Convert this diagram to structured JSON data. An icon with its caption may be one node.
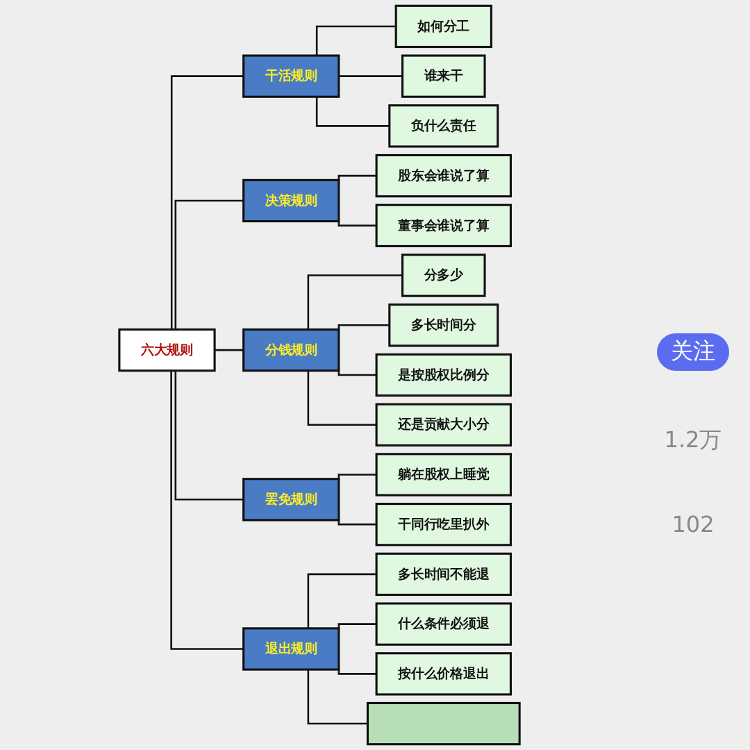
{
  "diagram": {
    "nodes": [
      {
        "text": [
          "六大规则"
        ]
      },
      {
        "text": [
          "干活规则"
        ]
      },
      {
        "text": [
          "如何分工"
        ]
      },
      {
        "text": [
          "谁来干"
        ]
      },
      {
        "text": [
          "负什么责任"
        ]
      },
      {
        "text": [
          "决策规则"
        ]
      },
      {
        "text": [
          "股东会谁说了算"
        ]
      },
      {
        "text": [
          "董事会谁说了算"
        ]
      },
      {
        "text": [
          "分钱规则"
        ]
      },
      {
        "text": [
          "分多少"
        ]
      },
      {
        "text": [
          "多长时间分"
        ]
      },
      {
        "text": [
          "是按股权比例分"
        ]
      },
      {
        "text": [
          "还是贡献大小分"
        ]
      },
      {
        "text": [
          "罢免规则"
        ]
      },
      {
        "text": [
          "躺在股权上睡觉"
        ]
      },
      {
        "text": [
          "干同行吃里扒外"
        ]
      },
      {
        "text": [
          "退出规则"
        ]
      },
      {
        "text": [
          "多长时间不能退"
        ]
      },
      {
        "text": [
          "什么条件必须退"
        ]
      },
      {
        "text": [
          "按什么价格退出"
        ]
      },
      {
        "text": [],
        "shape": "box"
      }
    ],
    "edges": [
      {
        "from": 0,
        "to": 1,
        "arrow": "none"
      },
      {
        "from": 1,
        "to": 2,
        "arrow": "none"
      },
      {
        "from": 1,
        "to": 3,
        "arrow": "none"
      },
      {
        "from": 1,
        "to": 4,
        "arrow": "none"
      },
      {
        "from": 0,
        "to": 5,
        "arrow": "none"
      },
      {
        "from": 5,
        "to": 6,
        "arrow": "none"
      },
      {
        "from": 5,
        "to": 7,
        "arrow": "none"
      },
      {
        "from": 0,
        "to": 8,
        "arrow": "none"
      },
      {
        "from": 8,
        "to": 9,
        "arrow": "none"
      },
      {
        "from": 8,
        "to": 10,
        "arrow": "none"
      },
      {
        "from": 8,
        "to": 11,
        "arrow": "none"
      },
      {
        "from": 8,
        "to": 12,
        "arrow": "none"
      },
      {
        "from": 0,
        "to": 13,
        "arrow": "none"
      },
      {
        "from": 13,
        "to": 14,
        "arrow": "none"
      },
      {
        "from": 13,
        "to": 15,
        "arrow": "none"
      },
      {
        "from": 0,
        "to": 16,
        "arrow": "none"
      },
      {
        "from": 16,
        "to": 17,
        "arrow": "none"
      },
      {
        "from": 16,
        "to": 18,
        "arrow": "none"
      },
      {
        "from": 16,
        "to": 19,
        "arrow": "none"
      },
      {
        "from": 16,
        "to": 20,
        "arrow": "none"
      }
    ],
    "labels": [
      "关注",
      "1.2万",
      "102"
    ]
  }
}
